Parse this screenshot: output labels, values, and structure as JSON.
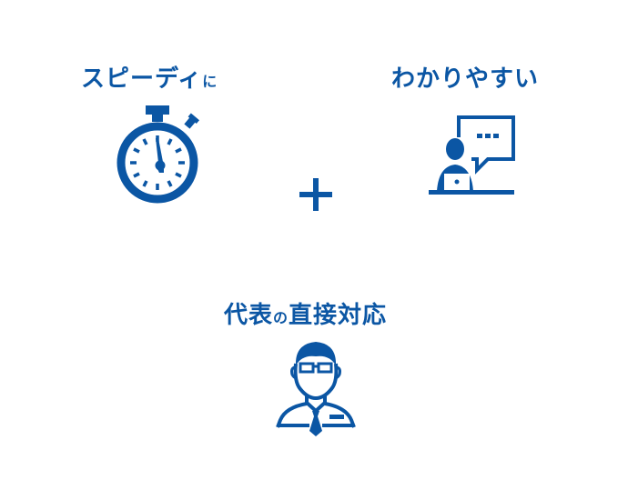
{
  "colors": {
    "primary": "#0b56a4",
    "background": "#ffffff"
  },
  "features": [
    {
      "label_main": "スピーディ",
      "label_suffix": "に",
      "icon": "stopwatch-icon"
    },
    {
      "label_main": "わかりやすい",
      "label_suffix": "",
      "icon": "consultation-chat-icon"
    },
    {
      "label_main": "代表",
      "label_particle": "の",
      "label_tail": "直接対応",
      "icon": "businessman-icon"
    }
  ],
  "connector": {
    "icon": "plus-icon"
  }
}
